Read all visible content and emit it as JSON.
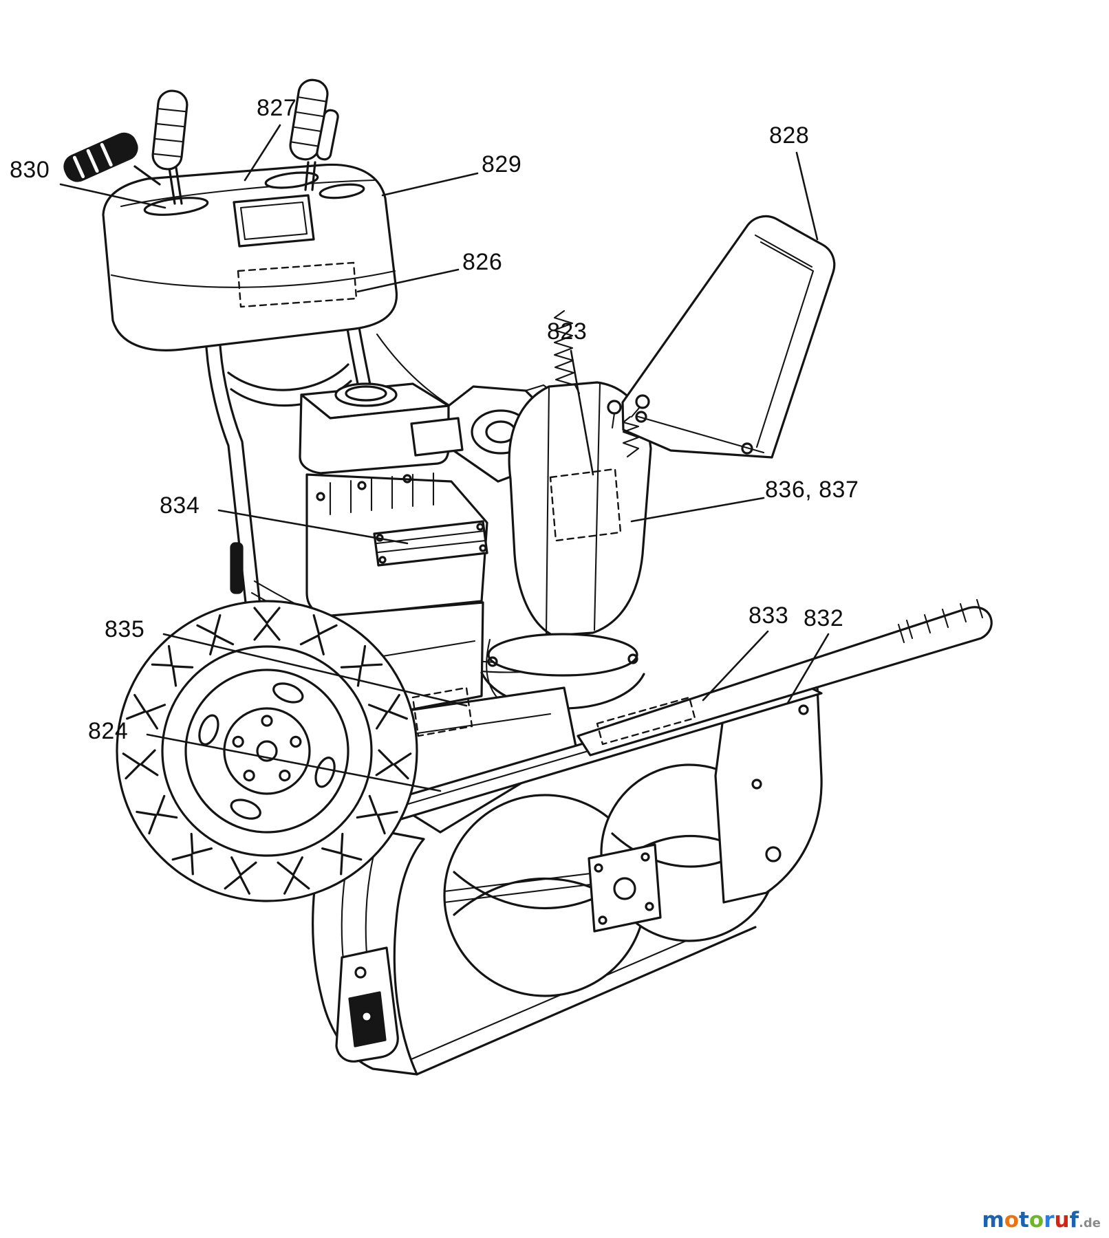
{
  "figure": {
    "type": "parts-diagram",
    "subject": "Two-stage snow thrower line drawing with part callouts",
    "callouts": [
      {
        "id": "827",
        "text": "827"
      },
      {
        "id": "828",
        "text": "828"
      },
      {
        "id": "829",
        "text": "829"
      },
      {
        "id": "830",
        "text": "830"
      },
      {
        "id": "826",
        "text": "826"
      },
      {
        "id": "823",
        "text": "823"
      },
      {
        "id": "836-837",
        "text": "836, 837"
      },
      {
        "id": "834",
        "text": "834"
      },
      {
        "id": "835",
        "text": "835"
      },
      {
        "id": "833",
        "text": "833"
      },
      {
        "id": "832",
        "text": "832"
      },
      {
        "id": "824",
        "text": "824"
      }
    ]
  },
  "logo": {
    "letters": [
      {
        "ch": "m",
        "color": "#1c63ac"
      },
      {
        "ch": "o",
        "color": "#e87511"
      },
      {
        "ch": "t",
        "color": "#1c63ac"
      },
      {
        "ch": "o",
        "color": "#6fb42c"
      },
      {
        "ch": "r",
        "color": "#2a7de1"
      },
      {
        "ch": "u",
        "color": "#d62310"
      },
      {
        "ch": "f",
        "color": "#1c63ac"
      }
    ],
    "tld": ".de",
    "tld_color": "#8c8c8c"
  },
  "art": {
    "stroke_color": "#141414",
    "background": "#ffffff"
  }
}
